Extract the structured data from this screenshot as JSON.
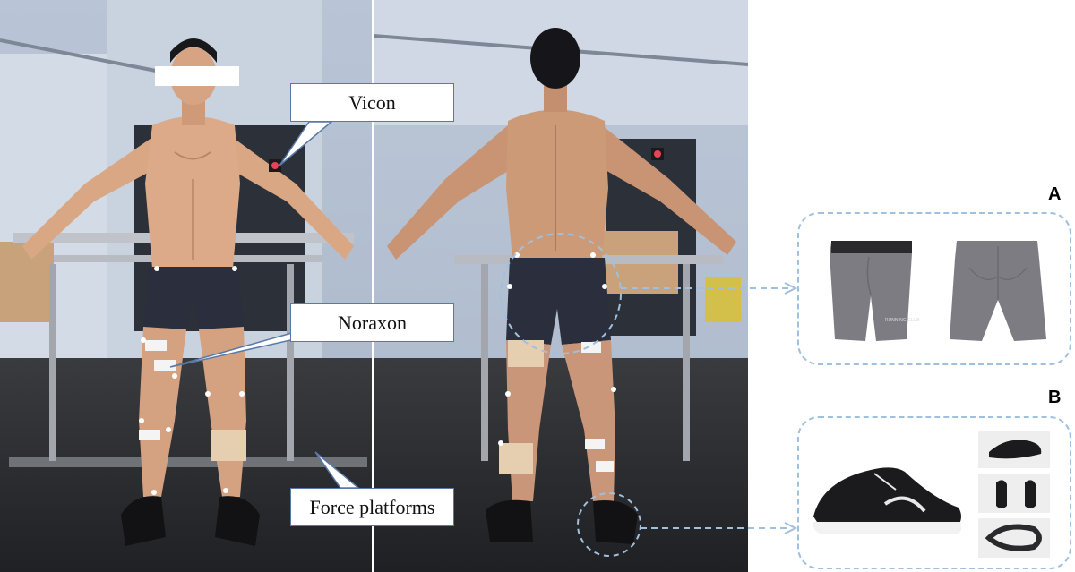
{
  "callouts": {
    "vicon": "Vicon",
    "noraxon": "Noraxon",
    "force_platforms": "Force platforms"
  },
  "panels": {
    "a_label": "A",
    "b_label": "B",
    "shorts_print": "RUNNING CLUB"
  },
  "colors": {
    "callout_border": "#5a79a8",
    "panel_dash": "#9fc0de",
    "shorts": "#7d7c83",
    "shoe": "#1b1b1d"
  }
}
